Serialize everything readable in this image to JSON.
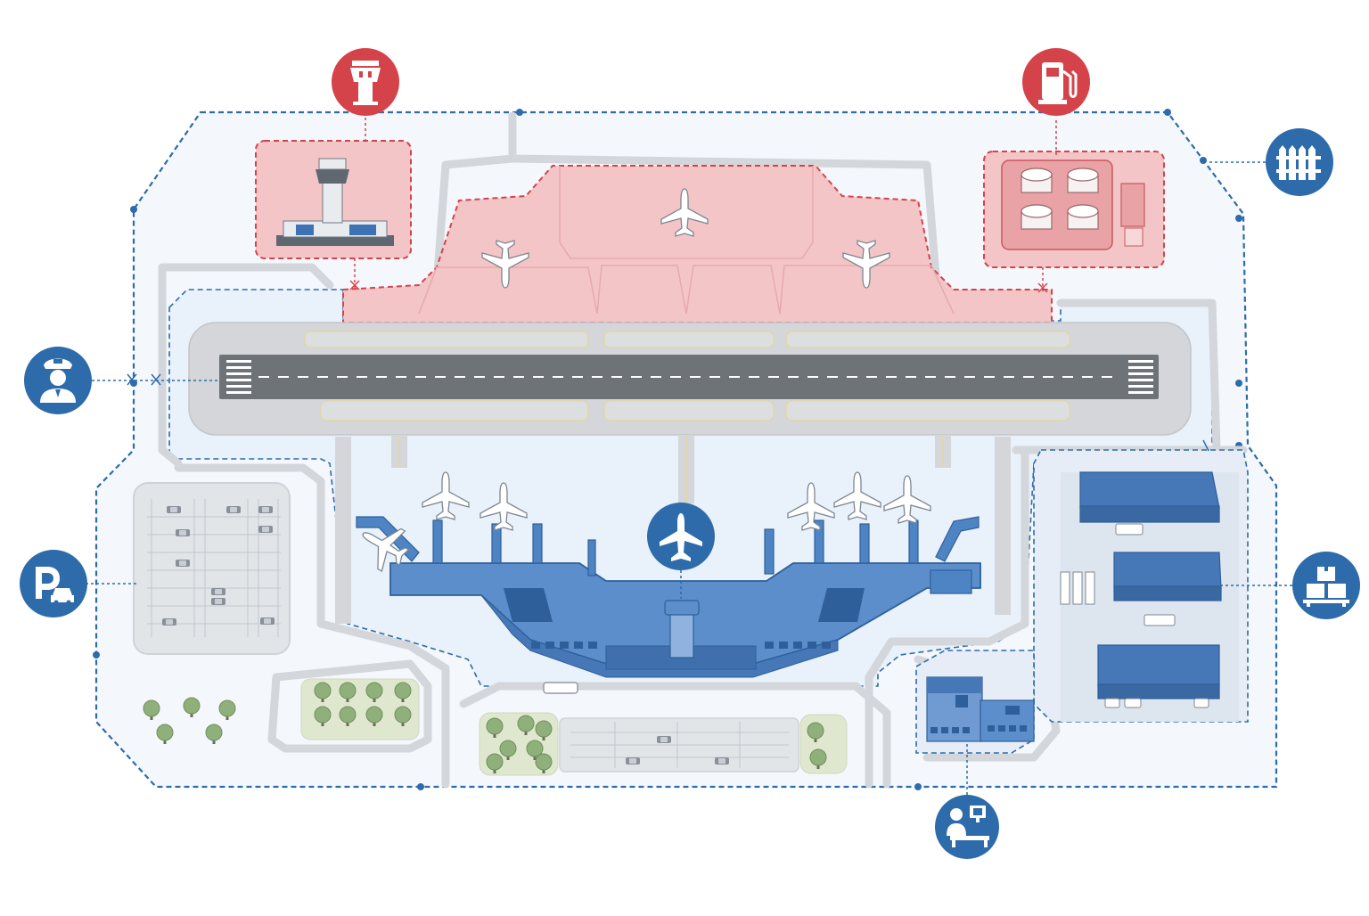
{
  "diagram": {
    "labels": []
  },
  "markers": [
    {
      "id": "control-tower",
      "icon": "control-tower-icon",
      "color": "#d5434a"
    },
    {
      "id": "fuel-farm",
      "icon": "fuel-pump-icon",
      "color": "#d5434a"
    },
    {
      "id": "perimeter-fence",
      "icon": "fence-icon",
      "color": "#2e6bab"
    },
    {
      "id": "security-checkpoint",
      "icon": "security-officer-icon",
      "color": "#2e6bab"
    },
    {
      "id": "parking",
      "icon": "parking-car-icon",
      "color": "#2e6bab"
    },
    {
      "id": "terminal",
      "icon": "airplane-icon",
      "color": "#2e6bab"
    },
    {
      "id": "cargo",
      "icon": "cargo-boxes-icon",
      "color": "#2e6bab"
    },
    {
      "id": "admin-office",
      "icon": "office-worker-icon",
      "color": "#2e6bab"
    }
  ],
  "colors": {
    "restricted_fill": "#f4c5c7",
    "restricted_line": "#d5434a",
    "secure_line": "#2e6bab",
    "building_blue": "#5b8ecb",
    "zone_fill": "#eef4fb",
    "runway": "#6e7378",
    "taxiway": "#d4d6d9",
    "tree": "#8fb07a",
    "green_area": "#dfe8cf"
  }
}
